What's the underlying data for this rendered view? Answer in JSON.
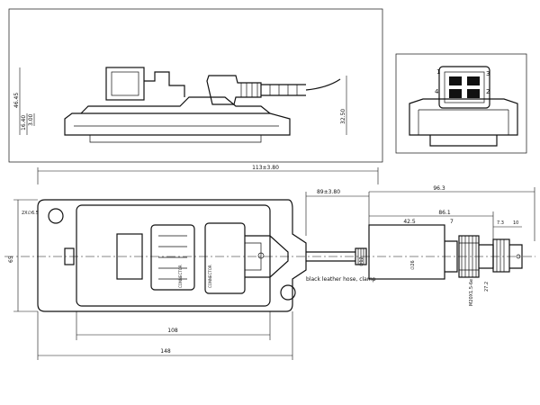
{
  "top_view": {
    "dims": {
      "left_height_a": "46.45",
      "left_height_b": "16.40",
      "left_height_c": "3.00",
      "right_height": "32.50"
    }
  },
  "end_view": {
    "pin_labels": [
      "1",
      "3",
      "4",
      "2"
    ]
  },
  "plan_view": {
    "dims": {
      "overall_length": "113±3.80",
      "cable_offset": "89±3.80",
      "sensor_length": "96.3",
      "housing_length": "86.1",
      "collar_length": "42.5",
      "probe_gap": "7",
      "tip_a": "7.3",
      "tip_b": "10",
      "mount_hole": "2X∅6.5",
      "body_height": "65",
      "body_width": "108",
      "body_total": "148",
      "cable_diameter": "∅12",
      "housing_diameter": "∅26",
      "thread": "M20X1.5-6e",
      "hex_size": "27.2"
    },
    "cable_note": "black leather hose, clamp",
    "connector_left_label": "CONNECTOR",
    "connector_right_label": "CONNECTOR"
  }
}
